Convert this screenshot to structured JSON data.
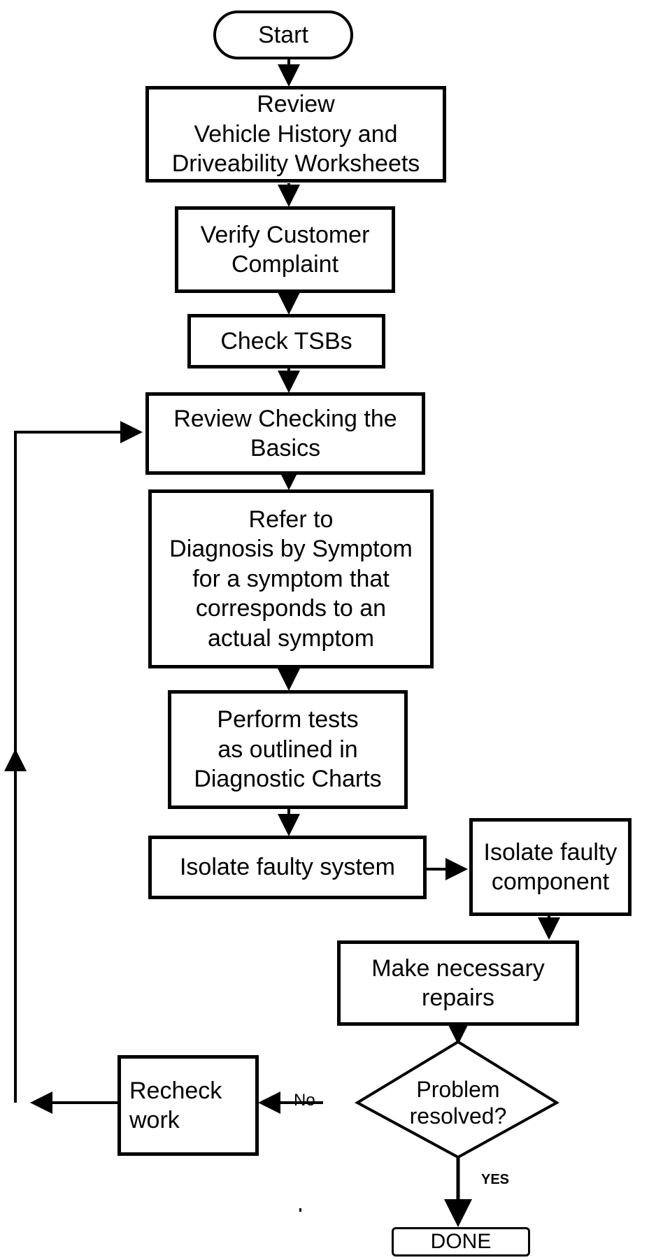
{
  "flowchart": {
    "start": "Start",
    "review_history": "Review\nVehicle History and\nDriveability Worksheets",
    "verify_complaint": "Verify Customer\nComplaint",
    "check_tsbs": "Check TSBs",
    "review_basics": "Review Checking the\nBasics",
    "refer_diagnosis": "Refer to\nDiagnosis by Symptom\nfor a symptom that\ncorresponds to an\nactual symptom",
    "perform_tests": "Perform tests\nas outlined in\nDiagnostic Charts",
    "isolate_system": "Isolate faulty system",
    "isolate_component": "Isolate faulty\ncomponent",
    "make_repairs": "Make necessary\nrepairs",
    "decision": "Problem\nresolved?",
    "recheck": "Recheck\nwork",
    "done": "DONE",
    "label_no": "No",
    "label_yes": "YES"
  }
}
